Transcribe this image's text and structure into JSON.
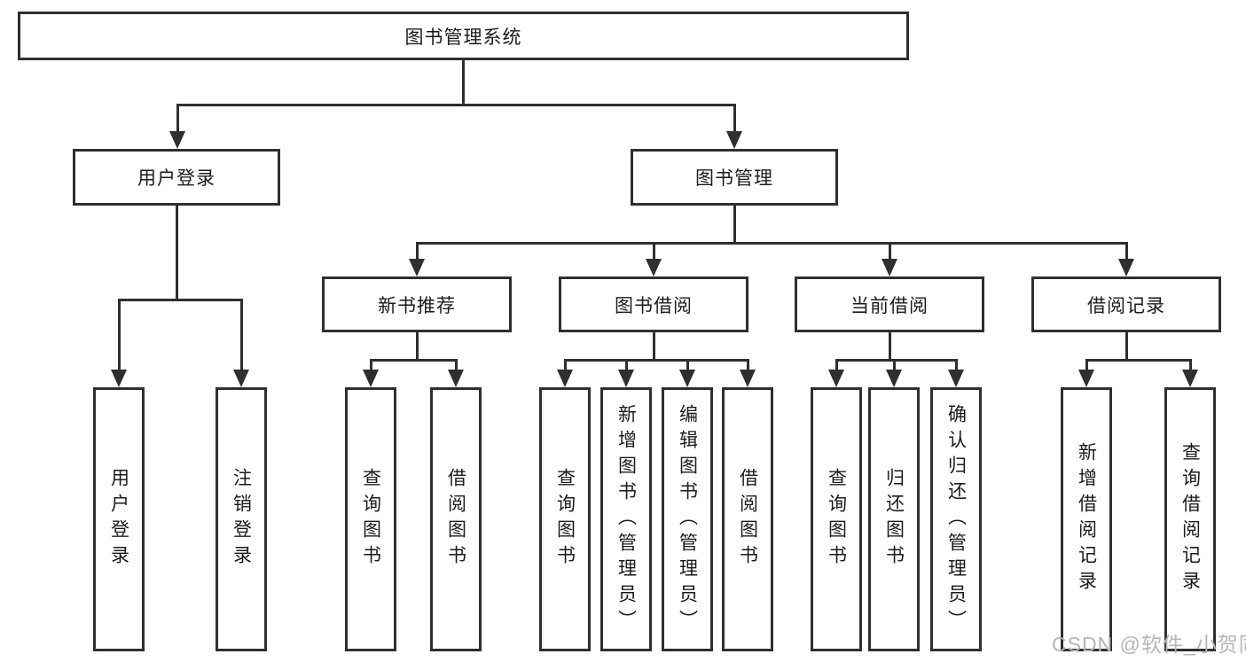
{
  "tree": {
    "label": "图书管理系统",
    "children": [
      {
        "label": "用户登录",
        "children": [
          {
            "label": "用户登录"
          },
          {
            "label": "注销登录"
          }
        ]
      },
      {
        "label": "图书管理",
        "children": [
          {
            "label": "新书推荐",
            "children": [
              {
                "label": "查询图书"
              },
              {
                "label": "借阅图书"
              }
            ]
          },
          {
            "label": "图书借阅",
            "children": [
              {
                "label": "查询图书"
              },
              {
                "label": "新增图书（管理员）"
              },
              {
                "label": "编辑图书（管理员）"
              },
              {
                "label": "借阅图书"
              }
            ]
          },
          {
            "label": "当前借阅",
            "children": [
              {
                "label": "查询图书"
              },
              {
                "label": "归还图书"
              },
              {
                "label": "确认归还（管理员）"
              }
            ]
          },
          {
            "label": "借阅记录",
            "children": [
              {
                "label": "新增借阅记录"
              },
              {
                "label": "查询借阅记录"
              }
            ]
          }
        ]
      }
    ]
  },
  "watermark": "CSDN @软件_小贺同学",
  "colors": {
    "line": "#2f2f2f",
    "box_background": "#ffffff",
    "text": "#1b1b1b",
    "watermark": "#b5b5b5",
    "page_background": "#ffffff"
  }
}
